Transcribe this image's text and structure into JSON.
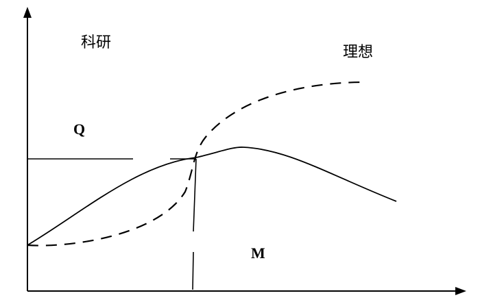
{
  "labels": {
    "top_left": "科研",
    "top_right": "理想",
    "left_middle": "Q",
    "bottom_middle": "M"
  },
  "colors": {
    "ink": "#000000",
    "background": "#ffffff"
  }
}
